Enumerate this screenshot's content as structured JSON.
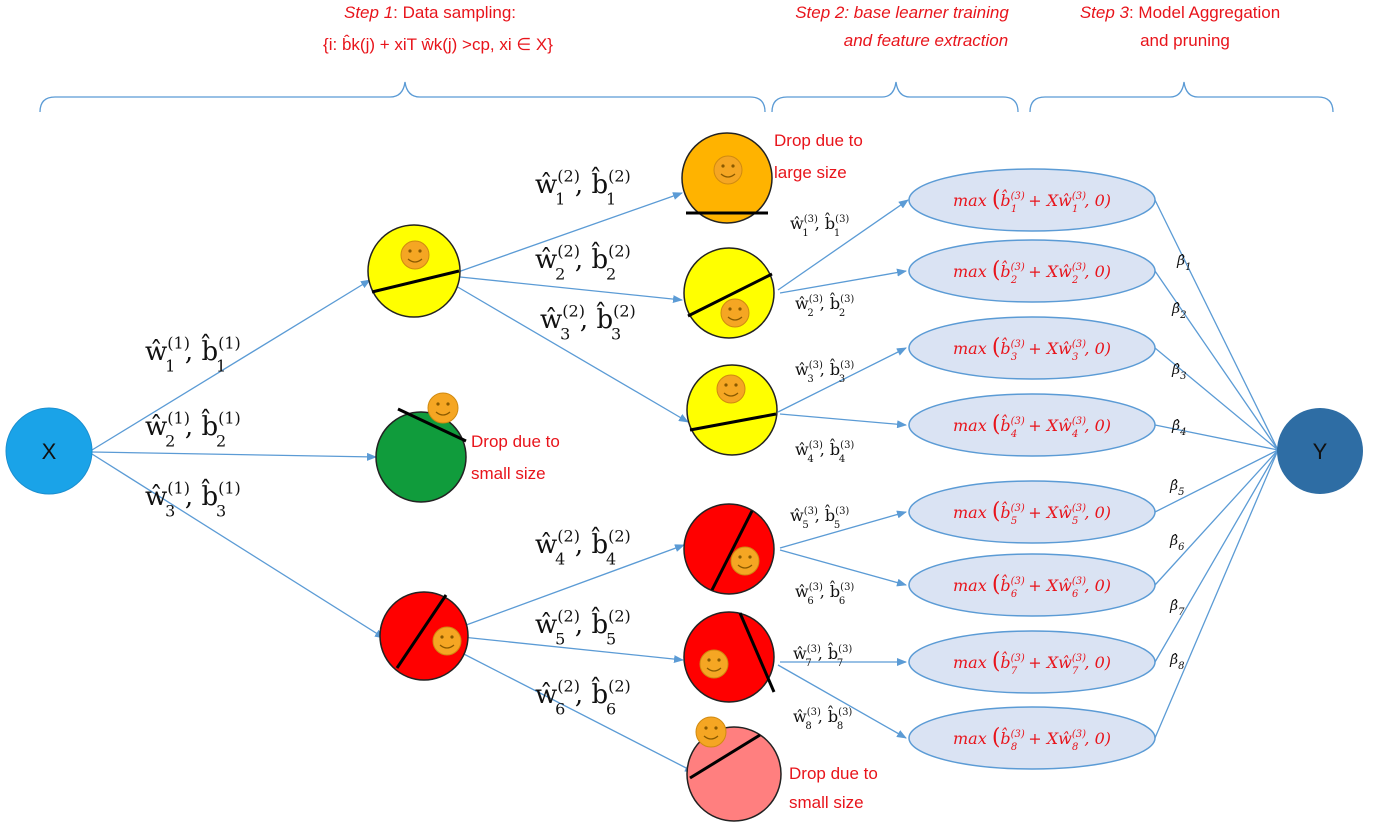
{
  "steps": {
    "step1_title": "Step 1",
    "step1_rest": ": Data sampling:",
    "step1_formula": "{i: b̂k(j) + xiT ŵk(j) >cp, xi ∈ X}",
    "step2_line1": "Step 2: base learner training",
    "step2_line2": "and feature extraction",
    "step3_title": "Step 3",
    "step3_rest": ": Model Aggregation",
    "step3_line2": "and pruning"
  },
  "nodes": {
    "input": "X",
    "output": "Y"
  },
  "drop_labels": {
    "large_1": "Drop due to",
    "large_2": "large size",
    "green_1": "Drop due to",
    "green_2": "small size",
    "pink_1": "Drop due to",
    "pink_2": "small size"
  },
  "level1_edges": [
    {
      "w": "ŵ",
      "wi": "1",
      "b": "b̂",
      "bi": "1",
      "sup": "(1)"
    },
    {
      "w": "ŵ",
      "wi": "2",
      "b": "b̂",
      "bi": "2",
      "sup": "(1)"
    },
    {
      "w": "ŵ",
      "wi": "3",
      "b": "b̂",
      "bi": "3",
      "sup": "(1)"
    }
  ],
  "level2_edges": [
    {
      "w": "ŵ",
      "wi": "1",
      "b": "b̂",
      "bi": "1",
      "sup": "(2)"
    },
    {
      "w": "ŵ",
      "wi": "2",
      "b": "b̂",
      "bi": "2",
      "sup": "(2)"
    },
    {
      "w": "ŵ",
      "wi": "3",
      "b": "b̂",
      "bi": "3",
      "sup": "(2)"
    },
    {
      "w": "ŵ",
      "wi": "4",
      "b": "b̂",
      "bi": "4",
      "sup": "(2)"
    },
    {
      "w": "ŵ",
      "wi": "5",
      "b": "b̂",
      "bi": "5",
      "sup": "(2)"
    },
    {
      "w": "ŵ",
      "wi": "6",
      "b": "b̂",
      "bi": "6",
      "sup": "(2)"
    }
  ],
  "level3_edges": [
    {
      "w": "ŵ",
      "wi": "1",
      "b": "b̂",
      "bi": "1",
      "sup": "(3)"
    },
    {
      "w": "ŵ",
      "wi": "2",
      "b": "b̂",
      "bi": "2",
      "sup": "(3)"
    },
    {
      "w": "ŵ",
      "wi": "3",
      "b": "b̂",
      "bi": "3",
      "sup": "(3)"
    },
    {
      "w": "ŵ",
      "wi": "4",
      "b": "b̂",
      "bi": "4",
      "sup": "(3)"
    },
    {
      "w": "ŵ",
      "wi": "5",
      "b": "b̂",
      "bi": "5",
      "sup": "(3)"
    },
    {
      "w": "ŵ",
      "wi": "6",
      "b": "b̂",
      "bi": "6",
      "sup": "(3)"
    },
    {
      "w": "ŵ",
      "wi": "7",
      "b": "b̂",
      "bi": "7",
      "sup": "(3)"
    },
    {
      "w": "ŵ",
      "wi": "8",
      "b": "b̂",
      "bi": "8",
      "sup": "(3)"
    }
  ],
  "learners": [
    {
      "pre": "max",
      "open": "(",
      "b": "b̂",
      "i": "1",
      "sup": "(3)",
      "mid": " + Xŵ",
      "close": ", 0)"
    },
    {
      "pre": "max",
      "open": "(",
      "b": "b̂",
      "i": "2",
      "sup": "(3)",
      "mid": " + Xŵ",
      "close": ", 0)"
    },
    {
      "pre": "max",
      "open": "(",
      "b": "b̂",
      "i": "3",
      "sup": "(3)",
      "mid": " + Xŵ",
      "close": ", 0)"
    },
    {
      "pre": "max",
      "open": "(",
      "b": "b̂",
      "i": "4",
      "sup": "(3)",
      "mid": " + Xŵ",
      "close": ", 0)"
    },
    {
      "pre": "max",
      "open": "(",
      "b": "b̂",
      "i": "5",
      "sup": "(3)",
      "mid": " + Xŵ",
      "close": ", 0)"
    },
    {
      "pre": "max",
      "open": "(",
      "b": "b̂",
      "i": "6",
      "sup": "(3)",
      "mid": " + Xŵ",
      "close": ", 0)"
    },
    {
      "pre": "max",
      "open": "(",
      "b": "b̂",
      "i": "7",
      "sup": "(3)",
      "mid": " + Xŵ",
      "close": ", 0)"
    },
    {
      "pre": "max",
      "open": "(",
      "b": "b̂",
      "i": "8",
      "sup": "(3)",
      "mid": " + Xŵ",
      "close": ", 0)"
    }
  ],
  "betas": [
    {
      "s": "β̂",
      "i": "1"
    },
    {
      "s": "β̂",
      "i": "2"
    },
    {
      "s": "β̂",
      "i": "3"
    },
    {
      "s": "β̂",
      "i": "4"
    },
    {
      "s": "β̂",
      "i": "5"
    },
    {
      "s": "β̂",
      "i": "6"
    },
    {
      "s": "β̂",
      "i": "7"
    },
    {
      "s": "β̂",
      "i": "8"
    }
  ],
  "colors": {
    "input_node": "#1aa3e8",
    "output_node": "#2e6da4",
    "yellow": "#ffff00",
    "orange": "#ffb300",
    "green": "#109c3c",
    "red": "#ff0000",
    "pink": "#ff7f7f",
    "face": "#f5a623",
    "edge": "#5b9bd5",
    "label_red": "#e8141b"
  }
}
